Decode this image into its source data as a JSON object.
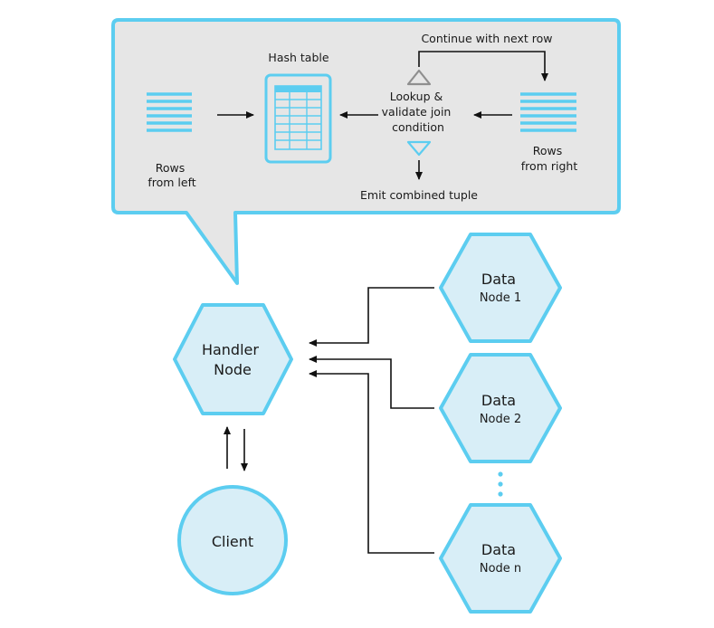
{
  "bubble": {
    "hash_table_label": "Hash table",
    "continue_label": "Continue with next row",
    "lookup_lines": [
      "Lookup &",
      "validate join",
      "condition"
    ],
    "emit_label": "Emit combined tuple",
    "rows_left": [
      "Rows",
      "from left"
    ],
    "rows_right": [
      "Rows",
      "from right"
    ]
  },
  "nodes": {
    "handler": [
      "Handler",
      "Node"
    ],
    "client": "Client",
    "data1": [
      "Data",
      "Node 1"
    ],
    "data2": [
      "Data",
      "Node 2"
    ],
    "datan": [
      "Data",
      "Node n"
    ]
  },
  "colors": {
    "accent": "#5ccdf0",
    "fill": "#d8eef7",
    "bubble_bg": "#e6e6e6",
    "line": "#111111",
    "triangle": "#8f8f8f"
  }
}
